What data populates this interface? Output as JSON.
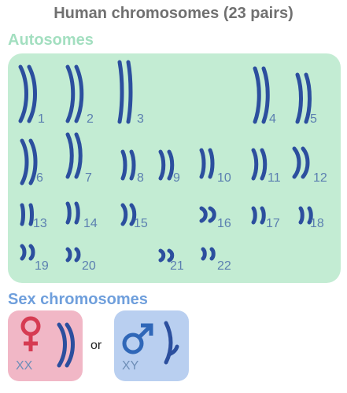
{
  "title": "Human chromosomes (23 pairs)",
  "autosomes_heading": "Autosomes",
  "sex_heading": "Sex chromosomes",
  "autosome_labels": [
    "1",
    "2",
    "3",
    "4",
    "5",
    "6",
    "7",
    "8",
    "9",
    "10",
    "11",
    "12",
    "13",
    "14",
    "15",
    "16",
    "17",
    "18",
    "19",
    "20",
    "21",
    "22"
  ],
  "sex": {
    "female_label": "XX",
    "or_label": "or",
    "male_label": "XY",
    "female_symbol": "female-symbol-icon",
    "male_symbol": "male-symbol-icon"
  },
  "colors": {
    "chromosome": "#2c4f9e",
    "autosome_panel": "#c3ecd3",
    "female_panel": "#f1b7c6",
    "male_panel": "#b9cff0",
    "female_symbol": "#d63b52",
    "male_symbol": "#2f67b8"
  }
}
